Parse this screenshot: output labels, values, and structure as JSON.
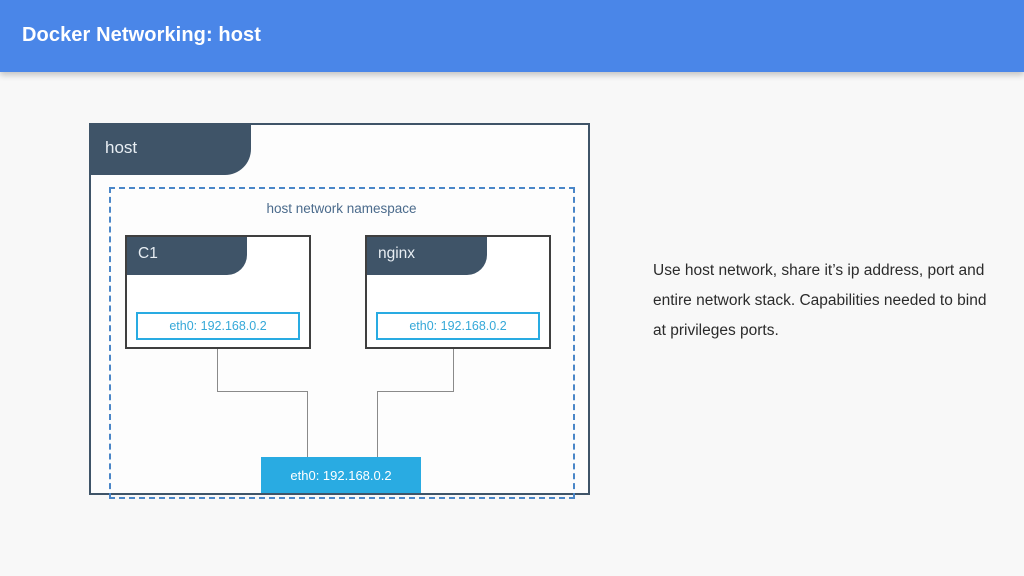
{
  "header": {
    "title": "Docker Networking: host",
    "bg_color": "#4a86e8",
    "text_color": "#ffffff"
  },
  "diagram": {
    "host": {
      "tab_label": "host",
      "tab_color": "#3f5468",
      "border_color": "#3f5468"
    },
    "namespace": {
      "label": "host network namespace",
      "border_color": "#4a86c8",
      "label_color": "#4b6b8c",
      "border_style": "dashed"
    },
    "containers": [
      {
        "name": "C1",
        "interface_label": "eth0: 192.168.0.2",
        "tab_color": "#3f5468",
        "interface_color": "#29abe2"
      },
      {
        "name": "nginx",
        "interface_label": "eth0: 192.168.0.2",
        "tab_color": "#3f5468",
        "interface_color": "#29abe2"
      }
    ],
    "host_interface": {
      "label": "eth0: 192.168.0.2",
      "fill_color": "#29abe2",
      "text_color": "#ffffff"
    },
    "connector_color": "#8a8a8a"
  },
  "description": {
    "text": "Use host network, share it’s ip address, port and entire network stack. Capabilities needed to bind at privileges ports."
  }
}
